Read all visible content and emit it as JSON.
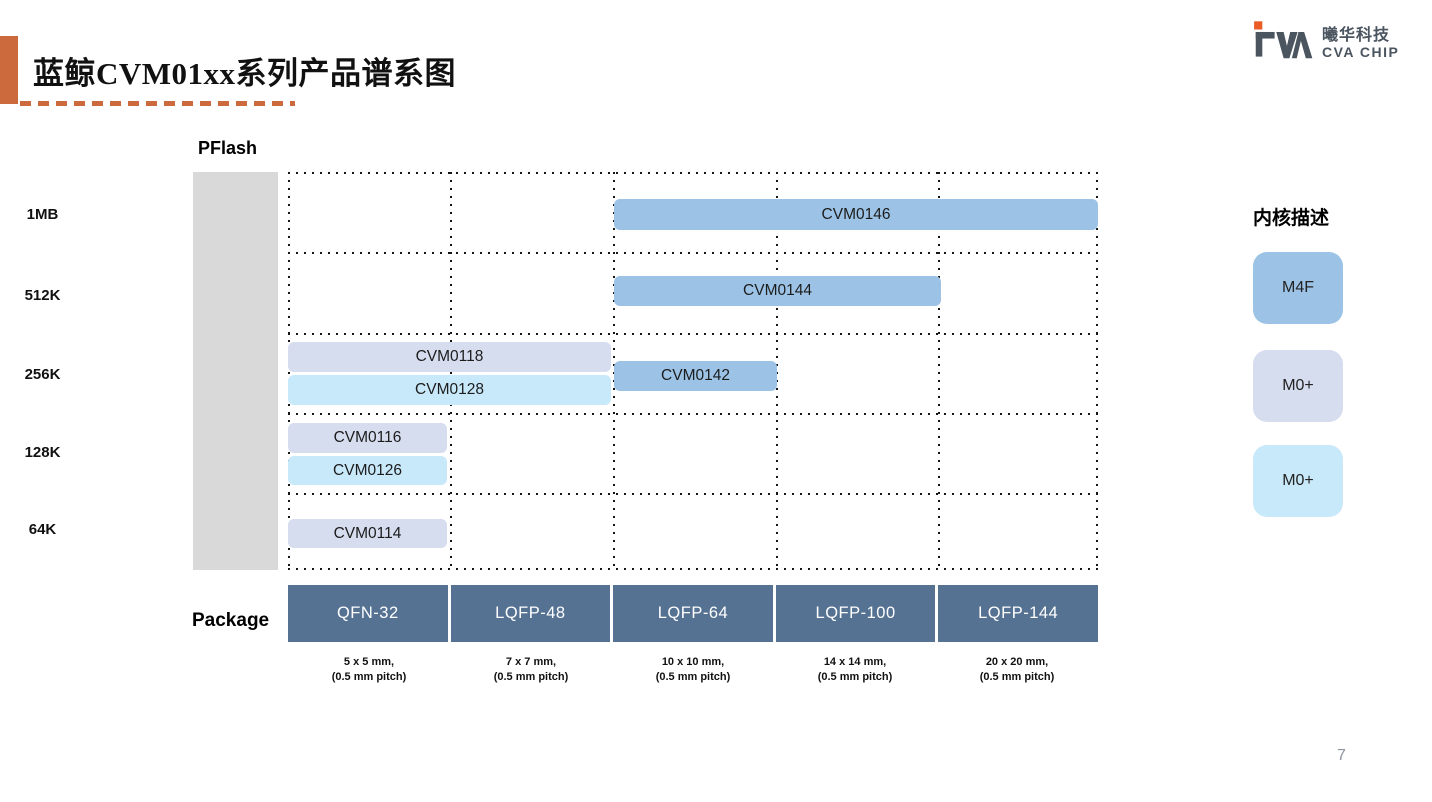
{
  "header": {
    "title": "蓝鲸CVM01xx系列产品谱系图",
    "logo": {
      "company_cn": "曦华科技",
      "company_en": "CVA CHIP"
    },
    "accent_color": "#CC6A3E"
  },
  "chart": {
    "y_axis_title": "PFlash",
    "rows": [
      "1MB",
      "512K",
      "256K",
      "128K",
      "64K"
    ],
    "x_axis_title": "Package",
    "packages": [
      {
        "name": "QFN-32",
        "size": "5 x 5 mm,",
        "pitch": "(0.5 mm pitch)"
      },
      {
        "name": "LQFP-48",
        "size": "7 x 7 mm,",
        "pitch": "(0.5 mm pitch)"
      },
      {
        "name": "LQFP-64",
        "size": "10 x 10 mm,",
        "pitch": "(0.5 mm pitch)"
      },
      {
        "name": "LQFP-100",
        "size": "14 x 14 mm,",
        "pitch": "(0.5 mm pitch)"
      },
      {
        "name": "LQFP-144",
        "size": "20 x 20 mm,",
        "pitch": "(0.5 mm pitch)"
      }
    ],
    "products": [
      {
        "name": "CVM0146",
        "core": "M4F",
        "pflash": "1MB",
        "package_from": "LQFP-64",
        "package_to": "LQFP-144",
        "color": "#9CC3E6"
      },
      {
        "name": "CVM0144",
        "core": "M4F",
        "pflash": "512K",
        "package_from": "LQFP-64",
        "package_to": "LQFP-100",
        "color": "#9CC3E6"
      },
      {
        "name": "CVM0118",
        "core": "M0+",
        "pflash": "256K",
        "package_from": "QFN-32",
        "package_to": "LQFP-48",
        "color": "#D6DDEF"
      },
      {
        "name": "CVM0128",
        "core": "M0+",
        "pflash": "256K",
        "package_from": "QFN-32",
        "package_to": "LQFP-48",
        "color": "#C8E9FA"
      },
      {
        "name": "CVM0142",
        "core": "M4F",
        "pflash": "256K",
        "package_from": "LQFP-64",
        "package_to": "LQFP-64",
        "color": "#9CC3E6"
      },
      {
        "name": "CVM0116",
        "core": "M0+",
        "pflash": "128K",
        "package_from": "QFN-32",
        "package_to": "QFN-32",
        "color": "#D6DDEF"
      },
      {
        "name": "CVM0126",
        "core": "M0+",
        "pflash": "128K",
        "package_from": "QFN-32",
        "package_to": "QFN-32",
        "color": "#C8E9FA"
      },
      {
        "name": "CVM0114",
        "core": "M0+",
        "pflash": "64K",
        "package_from": "QFN-32",
        "package_to": "QFN-32",
        "color": "#D6DDEF"
      }
    ],
    "package_header_color": "#567293",
    "y_axis_band_color": "#D9D9D9"
  },
  "legend": {
    "title": "内核描述",
    "items": [
      {
        "label": "M4F",
        "color": "#9CC3E6"
      },
      {
        "label": "M0+",
        "color": "#D6DDEF"
      },
      {
        "label": "M0+",
        "color": "#C8E9FA"
      }
    ]
  },
  "footer": {
    "page_number": "7"
  }
}
